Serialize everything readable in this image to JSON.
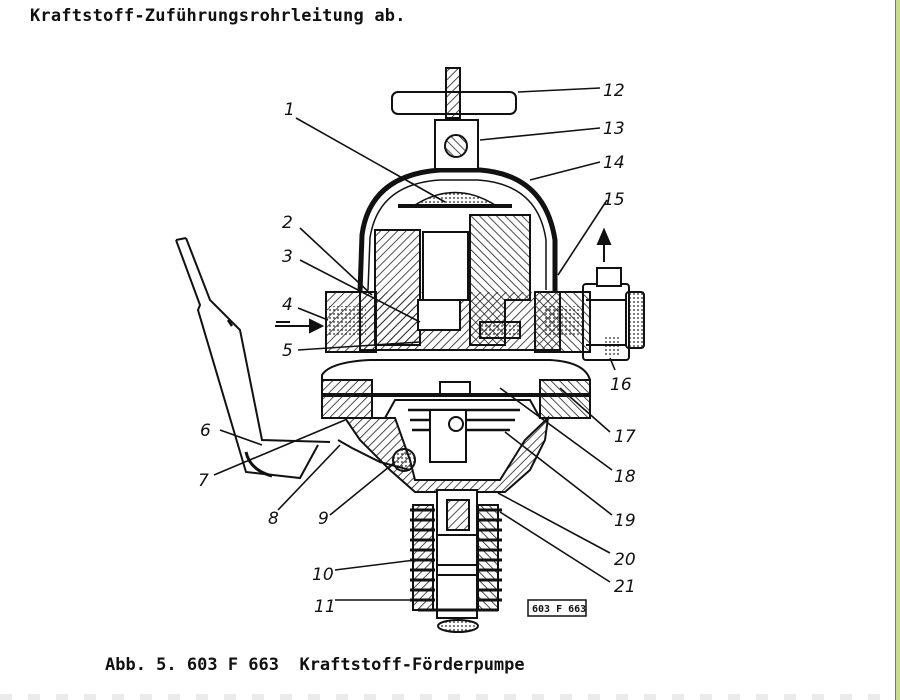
{
  "heading": "Kraftstoff-Zuführungsrohrleitung ab.",
  "caption": "Abb. 5. 603 F 663  Kraftstoff-Förderpumpe",
  "stamp": "603 F 663",
  "callouts": [
    "1",
    "2",
    "3",
    "4",
    "5",
    "6",
    "7",
    "8",
    "9",
    "10",
    "11",
    "12",
    "13",
    "14",
    "15",
    "16",
    "17",
    "18",
    "19",
    "20",
    "21"
  ]
}
